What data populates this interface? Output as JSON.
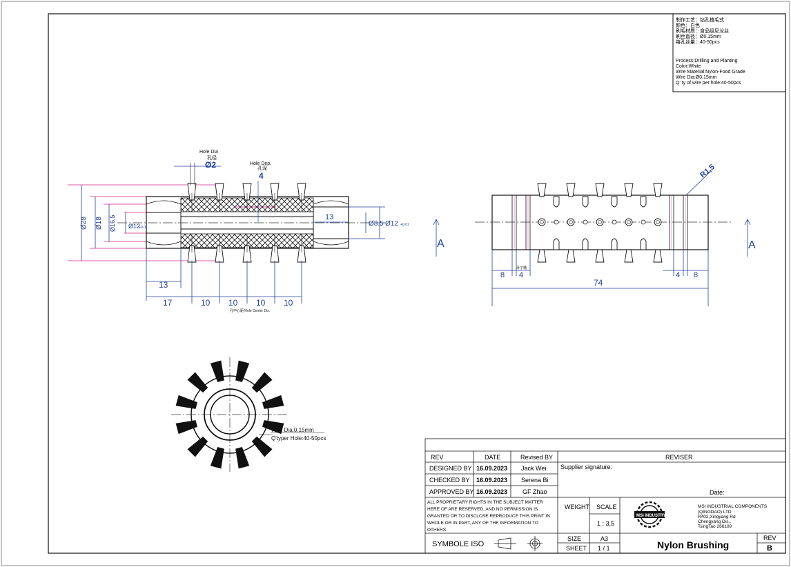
{
  "specs": {
    "cn": [
      "制作工艺：钻孔植毛式",
      "颜色：白色",
      "刷毛材质：食品级尼龙丝",
      "刷丝直径：Ø0.15mm",
      "每孔丝量：40-50pcs"
    ],
    "en": [
      "Process:Drilling and Planting",
      "Color:White",
      "Wire Material:Nylon-Food Grade",
      "Wire Dia:Ø0.15mm",
      "Q'  ty of wire per hole:40-50pcs"
    ]
  },
  "section_view": {
    "hole_dia_label": "Hole Dia",
    "hole_dia_cn": "孔径",
    "hole_dia_value": "Ø2",
    "hole_dep_label": "Hole Dep.",
    "hole_dep_cn": "孔深",
    "hole_dep_value": "4",
    "dia_outer": "Ø28",
    "dia_18": "Ø18",
    "dia_165": "Ø16,5",
    "dia_12_left": "Ø12",
    "dia_12_left_tol": "+0.01",
    "dim_13_right": "13",
    "dia_85": "Ø8.5",
    "dia_12_right": "Ø12",
    "dia_12_right_tol": "+0.01",
    "dim_13_bottom": "13",
    "dim_17": "17",
    "pitch": [
      "10",
      "10",
      "10",
      "10"
    ],
    "pitch_note": "孔中心距/Hole Center Dis."
  },
  "side_view": {
    "radius": "R1,5",
    "section_marks": [
      "A",
      "A"
    ],
    "dim_8_left": "8",
    "dim_4_left": "4",
    "small_cn": "牙子槽",
    "dim_74": "74",
    "dim_4_right": "4",
    "dim_8_right": "8"
  },
  "end_view": {
    "wire_dia": "Wire Dia.0.15mm",
    "qty": "Q'typer Hole:40-50pcs"
  },
  "title_block": {
    "rev_header": "REV",
    "date_header": "DATE",
    "revised_by_header": "Revised BY",
    "reviser_header": "REVISER",
    "rows": [
      {
        "label": "DESIGNED BY",
        "date": "16.09.2023",
        "name": "Jack Wei"
      },
      {
        "label": "CHECKED BY",
        "date": "16.09.2023",
        "name": "Serena Bi"
      },
      {
        "label": "APPROVED BY",
        "date": "16.09.2023",
        "name": "GF Zhao"
      }
    ],
    "supplier_signature": "Supplier signature:",
    "date_label": "Date:",
    "rights_lines": [
      "ALL PROPRIETARY RIGHTS IN THE SUBJECT MATTER",
      "HERE OF ARE  RESERVED, AND NO PERMISSION IS",
      "GRANTED  OR TO DISCLOSE  REPRODUCE THIS PRINT IN",
      "WHOLE OR IN PART, ANY OF THE  INFORMATION TO",
      "OTHERS."
    ],
    "weight_label": "WEIGHT",
    "scale_label": "SCALE",
    "scale_value": "1 : 3,5",
    "logo_text": "MSI INDUSTRY",
    "company_lines": [
      "MSI INDUSTRIAL COMPONENTS",
      "(QINGDAO) LTD",
      "R402,Xingyang Rd",
      "Chengyang Dis.,",
      "TsingTao 266109"
    ],
    "symbole_label": "SYMBOLE ISO",
    "size_label": "SIZE",
    "size_value": "A3",
    "sheet_label": "SHEET",
    "sheet_value": "1 / 1",
    "part_name": "Nylon Brushing",
    "rev_label": "REV",
    "rev_value": "B"
  },
  "colors": {
    "dimension": "#1f3f9a",
    "centerline_magenta": "#d0208a",
    "outline": "#111111"
  }
}
